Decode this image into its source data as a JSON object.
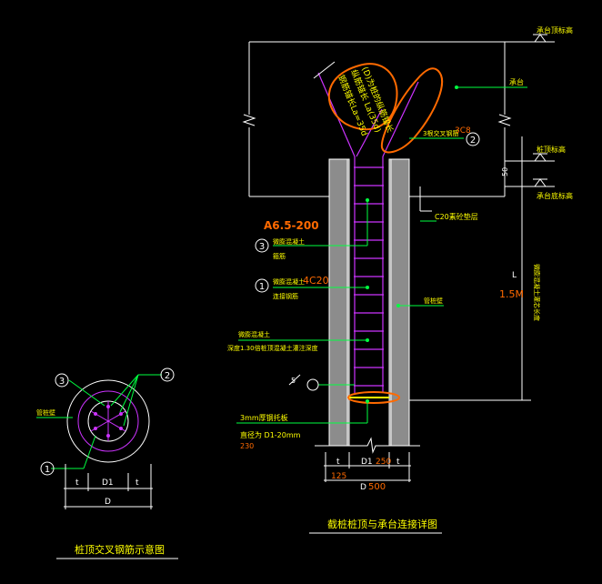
{
  "colors": {
    "background": "#000000",
    "line": "#ffffff",
    "green": "#00ff40",
    "yellow": "#ffff00",
    "magenta": "#cc33ff",
    "orange": "#ff6a00",
    "gray": "#8c8c8c"
  },
  "labels": {
    "cap_top_elev": "承台顶标高",
    "cap": "承台",
    "pile_top_elev": "桩顶标高",
    "cap_bottom_elev": "承台底标高",
    "cushion": "C20素砼垫层",
    "rebar_3c8": "3C8",
    "cross_rebar": "3根交叉钢筋",
    "handwritten_1": "(D)为桩的纵筋锚长",
    "handwritten_2": "纵筋锚长 La(35d)",
    "handwritten_3": "钢筋锚长La=35d",
    "spiral_spec": "A6.5-200",
    "filler_concrete_a": "微膨混凝土",
    "stirrup": "箍筋",
    "filler_concrete_b": "微膨混凝土",
    "main_rebar_spec": "4C20",
    "connect_rebar": "连接钢筋",
    "pile_wall": "管桩壁",
    "filler_concrete_c": "微膨混凝土",
    "filler_note": "深度1.30倍桩顶混凝土灌注深度",
    "dim_5": "5",
    "steel_plate": "3mm厚钢托板",
    "plate_diameter": "直径为 D1-20mm",
    "plate_dim": "230",
    "dim_50": "50",
    "dim_L": "L",
    "dim_L_note": "微膨混凝土灌芯长度",
    "dim_15m": "1.5M",
    "dim_t1": "t",
    "dim_t2": "t",
    "dim_125": "125",
    "dim_D1": "D1",
    "dim_250": "250",
    "dim_D": "D",
    "dim_500": "500",
    "callout_1": "1",
    "callout_2": "2",
    "callout_3": "3",
    "plan_pile_wall": "管桩壁",
    "plan_dim_t1": "t",
    "plan_dim_D1": "D1",
    "plan_dim_t2": "t",
    "plan_dim_D": "D",
    "title_plan": "桩顶交叉钢筋示意图",
    "title_section": "截桩桩顶与承台连接详图"
  }
}
